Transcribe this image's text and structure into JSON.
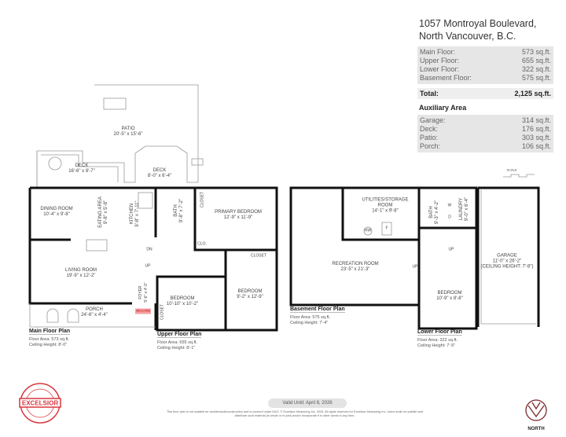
{
  "address": {
    "line1": "1057 Montroyal Boulevard,",
    "line2": "North Vancouver, B.C."
  },
  "areas": [
    {
      "label": "Main Floor:",
      "value": "573 sq.ft."
    },
    {
      "label": "Upper Floor:",
      "value": "655 sq.ft."
    },
    {
      "label": "Lower Floor:",
      "value": "322 sq.ft."
    },
    {
      "label": "Basement Floor:",
      "value": "575 sq.ft."
    }
  ],
  "total": {
    "label": "Total:",
    "value": "2,125 sq.ft."
  },
  "auxiliary": {
    "title": "Auxiliary Area",
    "items": [
      {
        "label": "Garage:",
        "value": "314 sq.ft."
      },
      {
        "label": "Deck:",
        "value": "176 sq.ft."
      },
      {
        "label": "Patio:",
        "value": "303 sq.ft."
      },
      {
        "label": "Porch:",
        "value": "106 sq.ft."
      }
    ]
  },
  "rooms": {
    "patio": {
      "name": "PATIO",
      "dim": "20'-5\" x 15'-6\""
    },
    "deck1": {
      "name": "DECK",
      "dim": "16'-6\" x 8'-7\""
    },
    "deck2": {
      "name": "DECK",
      "dim": "8'-0\" x 6'-4\""
    },
    "dining": {
      "name": "DINING ROOM",
      "dim": "10'-4\" x 9'-8\""
    },
    "eating": {
      "name": "EATING AREA",
      "dim": "9'-8\" x 5'-8\""
    },
    "kitchen": {
      "name": "KITCHEN",
      "dim": "9'-8\" x 7'-11\""
    },
    "bath_upper": {
      "name": "BATH",
      "dim": "9'-8\" x 7'-2\""
    },
    "primary": {
      "name": "PRIMARY BEDROOM",
      "dim": "12'-9\" x 11'-9\""
    },
    "living": {
      "name": "LIVING ROOM",
      "dim": "19'-9\" x 12'-2\""
    },
    "foyer": {
      "name": "FOYER",
      "dim": "5'-6\" x 4'-3\""
    },
    "bedroom_upper1": {
      "name": "BEDROOM",
      "dim": "10'-10\" x 10'-2\""
    },
    "bedroom_upper2": {
      "name": "BEDROOM",
      "dim": "9'-2\" x 12'-9\""
    },
    "porch": {
      "name": "PORCH",
      "dim": "24'-6\" x 4'-4\""
    },
    "utilities": {
      "name": "UTILITIES/STORAGE",
      "name2": "ROOM",
      "dim": "14'-1\" x 9'-8\""
    },
    "recreation": {
      "name": "RECREATION ROOM",
      "dim": "23'-5\" x 21'-3\""
    },
    "bath_lower": {
      "name": "BATH",
      "dim": "9'-3\" x 4'-2\""
    },
    "laundry": {
      "name": "LAUNDRY",
      "dim": "9'-0\" x 6'-4\""
    },
    "garage": {
      "name": "GARAGE",
      "dim": "11'-0\" x 26'-2\"",
      "note": "(CEILING HEIGHT: 7'-8\")"
    },
    "bedroom_lower": {
      "name": "BEDROOM",
      "dim": "10'-9\" x 8'-8\""
    }
  },
  "marks": {
    "closet": "CLOSET",
    "clo": "CLO.",
    "dn": "DN",
    "up": "UP",
    "hw": "HW",
    "f": "F",
    "w": "W",
    "d": "D",
    "welcome": "WELCOME",
    "scale": "SCALE"
  },
  "plans": {
    "main": {
      "title": "Main Floor Plan",
      "area": "Floor Area: 573 sq.ft.",
      "ceiling": "Ceiling Height: 8'-0\""
    },
    "upper": {
      "title": "Upper Floor Plan",
      "area": "Floor Area: 655 sq.ft.",
      "ceiling": "Ceiling Height: 8'-1\""
    },
    "basement": {
      "title": "Basement Floor Plan",
      "area": "Floor Area: 575 sq.ft.",
      "ceiling": "Ceiling Height: 7'-4\""
    },
    "lower": {
      "title": "Lower Floor Plan",
      "area": "Floor Area: 322 sq.ft.",
      "ceiling": "Ceiling Height: 7'-5\""
    }
  },
  "footer": {
    "valid": "Valid Until: April 8, 2026",
    "disclaimer": "This floor plan is not suitable for architectural/construction and is covered under E&O. © Excelsior Measuring Inc. 2025. All rights reserved for Excelsior Measuring Inc. Users shall not publish and distribute such material (in whole or in part) and/or incorporate it in other works in any form.",
    "north": "NORTH",
    "logo_text": "EXCELSIOR"
  },
  "colors": {
    "wall": "#111111",
    "table_bg": "#e6e6e6",
    "logo": "#d9363e"
  }
}
